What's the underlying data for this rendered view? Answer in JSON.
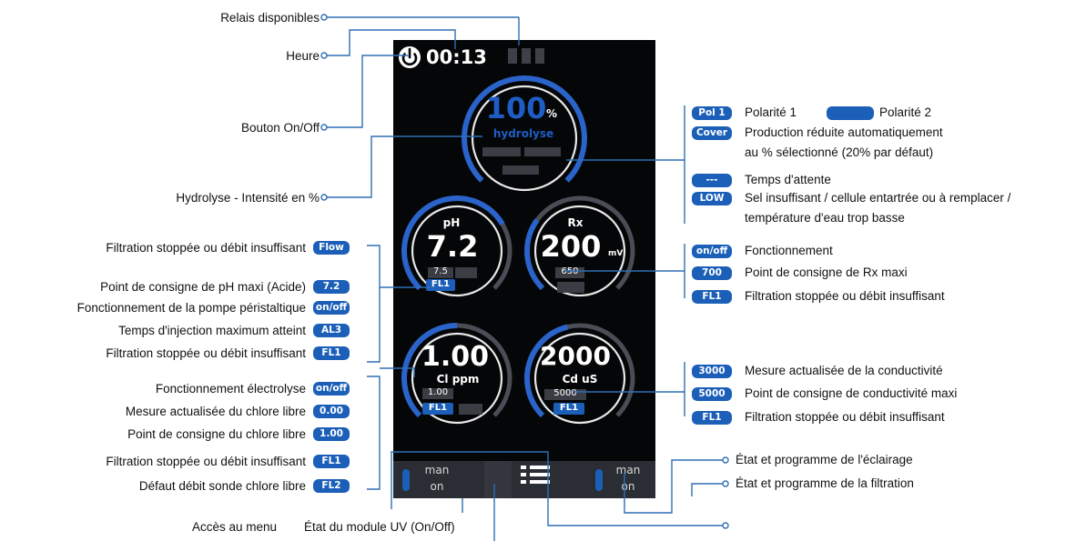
{
  "device": {
    "time": "00:13",
    "hydrolysis": {
      "value": "100",
      "unit": "%",
      "label": "hydrolyse",
      "level": 1.0
    },
    "ph": {
      "title": "pH",
      "value": "7.2",
      "setpoint": "7.5",
      "status": "FL1",
      "level": 0.72
    },
    "rx": {
      "title": "Rx",
      "value": "200",
      "unit": "mV",
      "setpoint": "650",
      "level": 0.3
    },
    "cl": {
      "value": "1.00",
      "title": "Cl ppm",
      "setpoint": "1.00",
      "status": "FL1",
      "level": 0.5
    },
    "cd": {
      "value": "2000",
      "title": "Cd  uS",
      "setpoint": "5000",
      "status": "FL1",
      "level": 0.45
    },
    "bottom": {
      "left_mode": "man",
      "left_state": "on",
      "right_mode": "man",
      "right_state": "on"
    }
  },
  "left_labels": [
    {
      "text": "Relais disponibles"
    },
    {
      "text": "Heure"
    },
    {
      "text": "Bouton On/Off"
    },
    {
      "text": "Hydrolyse - Intensité en %"
    },
    {
      "text": "Filtration stoppée ou débit insuffisant",
      "badge": "Flow"
    },
    {
      "text": "Point de consigne de pH maxi (Acide)",
      "badge": "7.2"
    },
    {
      "text": "Fonctionnement de la pompe péristaltique",
      "badge": "on/off"
    },
    {
      "text": "Temps d'injection maximum atteint",
      "badge": "AL3"
    },
    {
      "text": "Filtration stoppée ou débit insuffisant",
      "badge": "FL1"
    },
    {
      "text": "Fonctionnement électrolyse",
      "badge": "on/off"
    },
    {
      "text": "Mesure actualisée du chlore libre",
      "badge": "0.00"
    },
    {
      "text": "Point de consigne du chlore libre",
      "badge": "1.00"
    },
    {
      "text": "Filtration stoppée ou débit insuffisant",
      "badge": "FL1"
    },
    {
      "text": "Défaut débit sonde chlore libre",
      "badge": "FL2"
    }
  ],
  "right_labels": [
    {
      "badge": "Pol 1",
      "text": "Polarité 1"
    },
    {
      "text": "Polarité 2"
    },
    {
      "badge": "Cover",
      "text": "Production réduite automatiquement"
    },
    {
      "text": "au % sélectionné (20% par défaut)"
    },
    {
      "badge": "---",
      "text": "Temps d'attente"
    },
    {
      "badge": "LOW",
      "text": "Sel insuffisant / cellule entartrée ou à remplacer /"
    },
    {
      "text": "température d'eau trop basse"
    },
    {
      "badge": "on/off",
      "text": "Fonctionnement"
    },
    {
      "badge": "700",
      "text": "Point de consigne de Rx maxi"
    },
    {
      "badge": "FL1",
      "text": "Filtration stoppée ou débit insuffisant"
    },
    {
      "badge": "3000",
      "text": "Mesure actualisée de la conductivité"
    },
    {
      "badge": "5000",
      "text": "Point de consigne de conductivité maxi"
    },
    {
      "badge": "FL1",
      "text": "Filtration stoppée ou débit insuffisant"
    },
    {
      "text": "État et programme de l'éclairage"
    },
    {
      "text": "État et programme de la filtration"
    }
  ],
  "bottom_labels": {
    "menu": "Accès au menu",
    "uv": "État du module UV (On/Off)"
  },
  "colors": {
    "badge": "#1b5fb8",
    "gauge": "#2a63c9",
    "gauge_track": "#4a4d55",
    "line": "#2f6fb5",
    "screen": "#050608"
  }
}
